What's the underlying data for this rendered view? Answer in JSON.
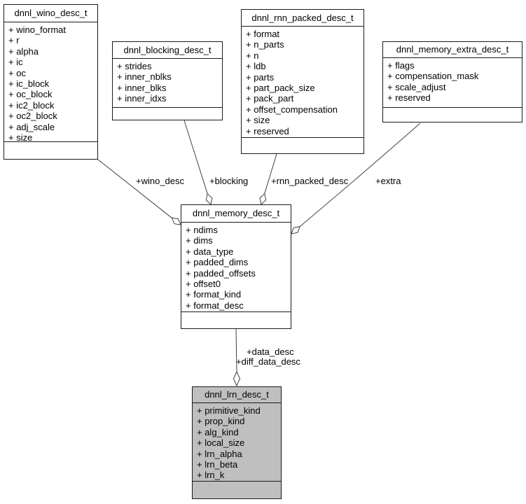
{
  "diagram": {
    "type": "uml-collaboration-diagram",
    "colors": {
      "highlight_fill": "#bfbfbf",
      "box_fill": "#ffffff",
      "border": "#1a1a1a",
      "edge": "#404040"
    },
    "classes": [
      {
        "title": "dnnl_wino_desc_t",
        "fields": [
          "+ wino_format",
          "+ r",
          "+ alpha",
          "+ ic",
          "+ oc",
          "+ ic_block",
          "+ oc_block",
          "+ ic2_block",
          "+ oc2_block",
          "+ adj_scale",
          "+ size"
        ]
      },
      {
        "title": "dnnl_blocking_desc_t",
        "fields": [
          "+ strides",
          "+ inner_nblks",
          "+ inner_blks",
          "+ inner_idxs"
        ]
      },
      {
        "title": "dnnl_rnn_packed_desc_t",
        "fields": [
          "+ format",
          "+ n_parts",
          "+ n",
          "+ ldb",
          "+ parts",
          "+ part_pack_size",
          "+ pack_part",
          "+ offset_compensation",
          "+ size",
          "+ reserved"
        ]
      },
      {
        "title": "dnnl_memory_extra_desc_t",
        "fields": [
          "+ flags",
          "+ compensation_mask",
          "+ scale_adjust",
          "+ reserved"
        ]
      },
      {
        "title": "dnnl_memory_desc_t",
        "fields": [
          "+ ndims",
          "+ dims",
          "+ data_type",
          "+ padded_dims",
          "+ padded_offsets",
          "+ offset0",
          "+ format_kind",
          "+ format_desc"
        ]
      },
      {
        "title": "dnnl_lrn_desc_t",
        "highlighted": true,
        "fields": [
          "+ primitive_kind",
          "+ prop_kind",
          "+ alg_kind",
          "+ local_size",
          "+ lrn_alpha",
          "+ lrn_beta",
          "+ lrn_k"
        ]
      }
    ],
    "edge_labels": {
      "wino": "+wino_desc",
      "blocking": "+blocking",
      "rnn": "+rnn_packed_desc",
      "extra": "+extra",
      "data": "+data_desc",
      "diff_data": "+diff_data_desc"
    },
    "relationships": [
      {
        "from": "dnnl_wino_desc_t",
        "to": "dnnl_memory_desc_t",
        "label": "+wino_desc",
        "type": "aggregation"
      },
      {
        "from": "dnnl_blocking_desc_t",
        "to": "dnnl_memory_desc_t",
        "label": "+blocking",
        "type": "aggregation"
      },
      {
        "from": "dnnl_rnn_packed_desc_t",
        "to": "dnnl_memory_desc_t",
        "label": "+rnn_packed_desc",
        "type": "aggregation"
      },
      {
        "from": "dnnl_memory_extra_desc_t",
        "to": "dnnl_memory_desc_t",
        "label": "+extra",
        "type": "aggregation"
      },
      {
        "from": "dnnl_memory_desc_t",
        "to": "dnnl_lrn_desc_t",
        "label": "+data_desc +diff_data_desc",
        "type": "aggregation"
      }
    ]
  }
}
